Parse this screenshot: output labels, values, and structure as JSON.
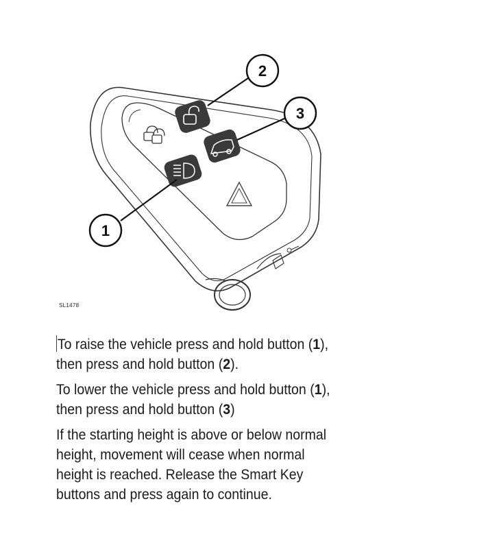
{
  "figure": {
    "figure_id": "SL1478",
    "callouts": [
      {
        "number": "1",
        "target": "headlight-button"
      },
      {
        "number": "2",
        "target": "unlock-button"
      },
      {
        "number": "3",
        "target": "tailgate-button"
      }
    ],
    "icons": [
      "lock-both-icon",
      "unlock-icon",
      "tailgate-icon",
      "headlight-icon",
      "hazard-triangle-icon",
      "key-icon"
    ]
  },
  "paragraphs": [
    {
      "line1_pre": "To raise the vehicle press and hold button (",
      "line1_num": "1",
      "line1_post": "),",
      "line2_pre": "then press and hold button (",
      "line2_num": "2",
      "line2_post": ")."
    },
    {
      "line1_pre": "To lower the vehicle press and hold button (",
      "line1_num": "1",
      "line1_post": "),",
      "line2_pre": "then press and hold button (",
      "line2_num": "3",
      "line2_post": ")"
    },
    {
      "lines": [
        "If the starting height is above or below normal",
        "height, movement will cease when normal",
        "height is reached. Release the Smart Key",
        "buttons and press again to continue."
      ]
    }
  ]
}
